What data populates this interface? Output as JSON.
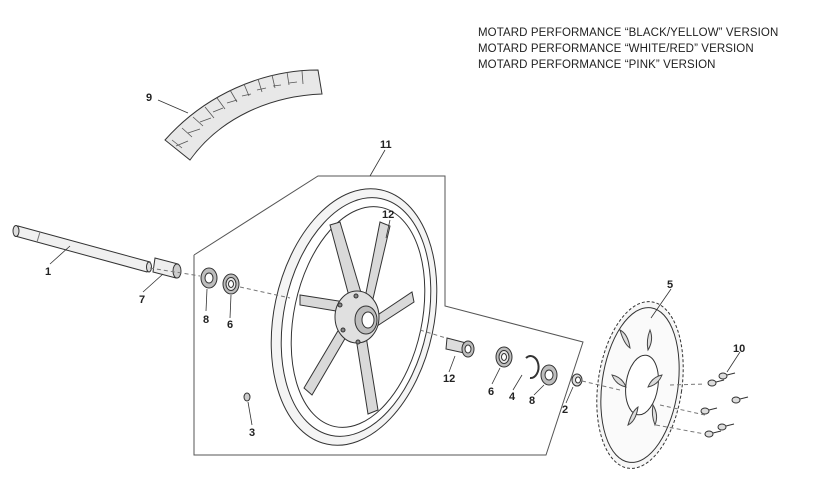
{
  "titles": [
    "MOTARD PERFORMANCE “BLACK/YELLOW” VERSION",
    "MOTARD PERFORMANCE “WHITE/RED” VERSION",
    "MOTARD PERFORMANCE “PINK” VERSION"
  ],
  "callouts": {
    "tyre": "9",
    "wheel": "11",
    "valve_inner": "12",
    "axle": "1",
    "spacer_left": "7",
    "seal_left": "8",
    "bearing_left": "6",
    "valve_bolt": "3",
    "disc": "5",
    "disc_bolts": "10",
    "valve_stem": "12",
    "bearing_right": "6",
    "circlip": "4",
    "seal_right": "8",
    "spacer_right": "2"
  },
  "colors": {
    "line": "#333333",
    "fill_light": "#e8e8e8",
    "fill_mid": "#bdbdbd",
    "fill_dark": "#555555"
  }
}
